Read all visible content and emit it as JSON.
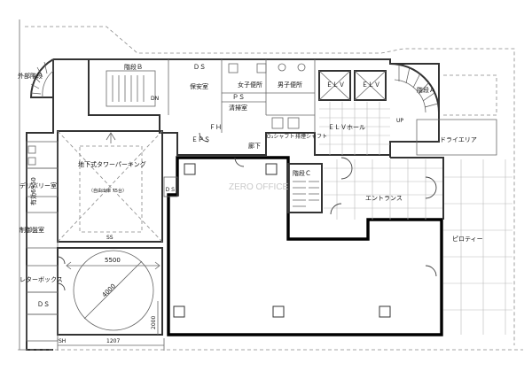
{
  "watermark": "ZERO OFFICE",
  "labels": {
    "outer_stairs": "外部階段",
    "stairs_b": "階段Ｂ",
    "ds_top": "ＤＳ",
    "security_room": "保安室",
    "womens_wc": "女子便所",
    "mens_wc": "男子便所",
    "ps": "ＰＳ",
    "cleaning_room": "清掃室",
    "eps": "ＥＰＳ",
    "fh": "ＦＨ",
    "elv1": "ＥＬＶ",
    "elv2": "ＥＬＶ",
    "elv_hall": "ＥＬＶホール",
    "stairs_a": "階段Ａ",
    "up": "UP",
    "dn": "DN",
    "o_shaft": "Ｏ₂シャフト",
    "exhaust_shaft": "排煙シャフト",
    "corridor": "廊下",
    "dry_area": "ドライエリア",
    "parking": "地下式タワーパーキング",
    "parking_small": "（自由出庫 75台）",
    "dim_6950": "有効6950",
    "ds_mid": "ＤＳ",
    "dp_room": "デリバリー室",
    "control_room": "制御盤室",
    "ss": "SS",
    "stairs_c": "階段Ｃ",
    "entrance": "エントランス",
    "pilotis": "ピロティー",
    "letter_box": "レターボックス",
    "ds_bottom": "ＤＳ",
    "dim_5500": "5500",
    "dim_4000": "4000",
    "dim_1207": "1207",
    "dim_2000": "2000",
    "sh": "SH"
  }
}
